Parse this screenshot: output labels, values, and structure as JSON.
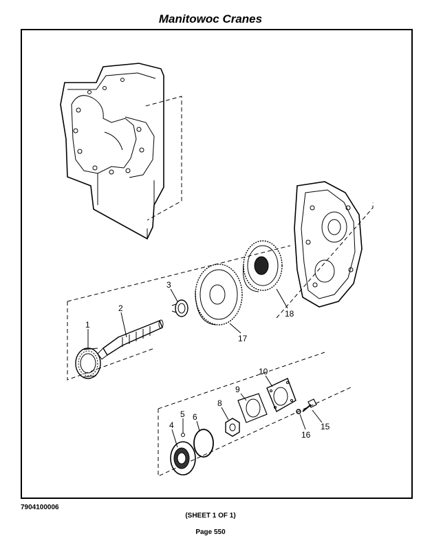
{
  "header": {
    "title": "Manitowoc Cranes"
  },
  "diagram": {
    "callouts": [
      {
        "id": "1",
        "name": "bearing"
      },
      {
        "id": "2",
        "name": "shaft"
      },
      {
        "id": "3",
        "name": "spacer"
      },
      {
        "id": "4",
        "name": "bearing-cap"
      },
      {
        "id": "5",
        "name": "plug"
      },
      {
        "id": "6",
        "name": "o-ring"
      },
      {
        "id": "8",
        "name": "nut"
      },
      {
        "id": "9",
        "name": "gasket"
      },
      {
        "id": "10",
        "name": "cover"
      },
      {
        "id": "15",
        "name": "bolt"
      },
      {
        "id": "16",
        "name": "washer"
      },
      {
        "id": "17",
        "name": "gear"
      },
      {
        "id": "18",
        "name": "gear"
      }
    ]
  },
  "footer": {
    "part_number": "7904100006",
    "sheet": "(SHEET 1 OF 1)",
    "page": "Page 550"
  }
}
